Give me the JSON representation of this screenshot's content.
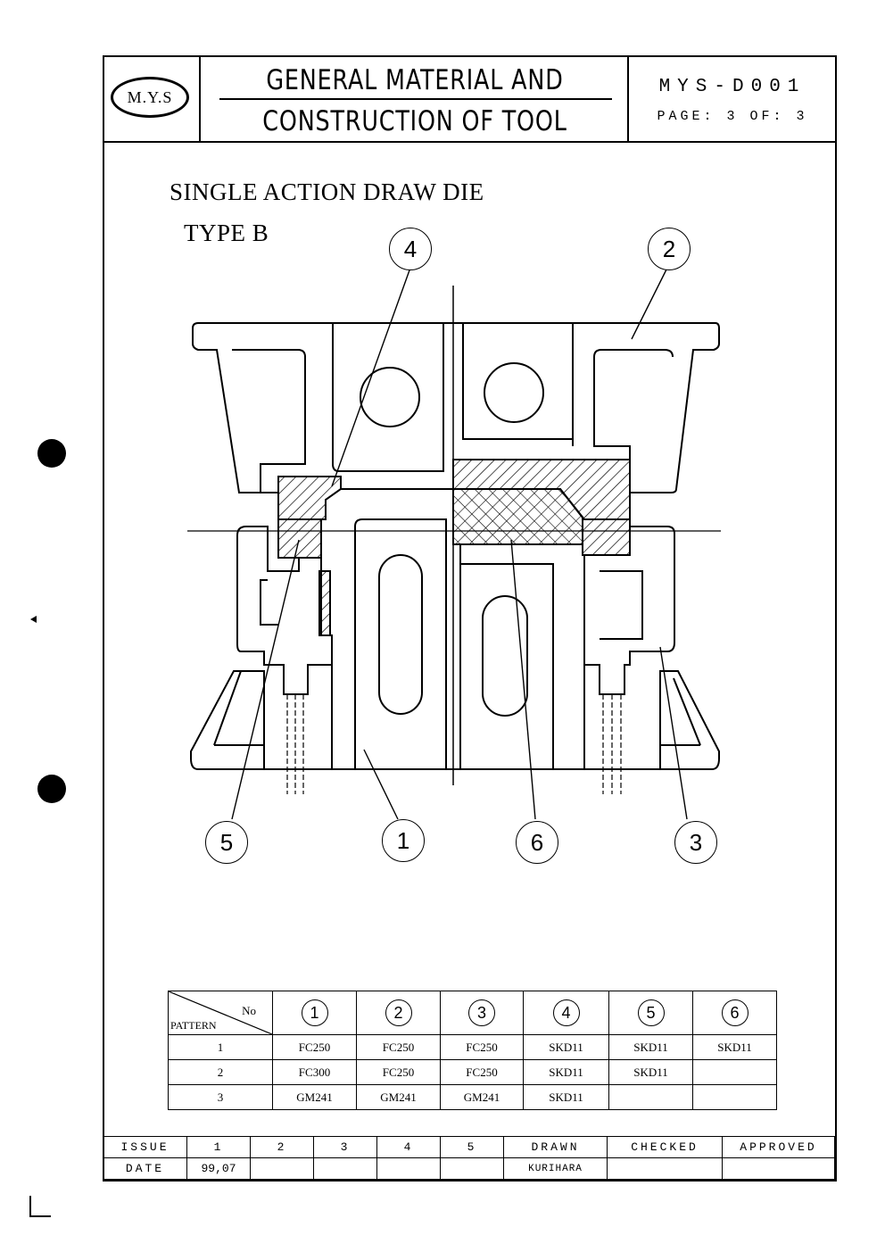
{
  "header": {
    "logo": "M.Y.S",
    "title_line1": "GENERAL MATERIAL AND",
    "title_line2": "CONSTRUCTION OF TOOL",
    "doc_code": "MYS-D001",
    "page_label": "PAGE: 3 OF: 3"
  },
  "drawing": {
    "title": "SINGLE ACTION DRAW DIE",
    "subtitle": "TYPE B",
    "callouts": [
      "1",
      "2",
      "3",
      "4",
      "5",
      "6"
    ]
  },
  "material_table": {
    "corner_no": "No",
    "corner_pattern": "PATTERN",
    "columns": [
      "1",
      "2",
      "3",
      "4",
      "5",
      "6"
    ],
    "rows": [
      {
        "pattern": "1",
        "cells": [
          "FC250",
          "FC250",
          "FC250",
          "SKD11",
          "SKD11",
          "SKD11"
        ]
      },
      {
        "pattern": "2",
        "cells": [
          "FC300",
          "FC250",
          "FC250",
          "SKD11",
          "SKD11",
          ""
        ]
      },
      {
        "pattern": "3",
        "cells": [
          "GM241",
          "GM241",
          "GM241",
          "SKD11",
          "",
          ""
        ]
      }
    ]
  },
  "footer": {
    "issue_label": "ISSUE",
    "date_label": "DATE",
    "issues": [
      "1",
      "2",
      "3",
      "4",
      "5"
    ],
    "dates": [
      "99,07",
      "",
      "",
      "",
      ""
    ],
    "drawn_label": "DRAWN",
    "checked_label": "CHECKED",
    "approved_label": "APPROVED",
    "drawn_by": "KURIHARA"
  }
}
